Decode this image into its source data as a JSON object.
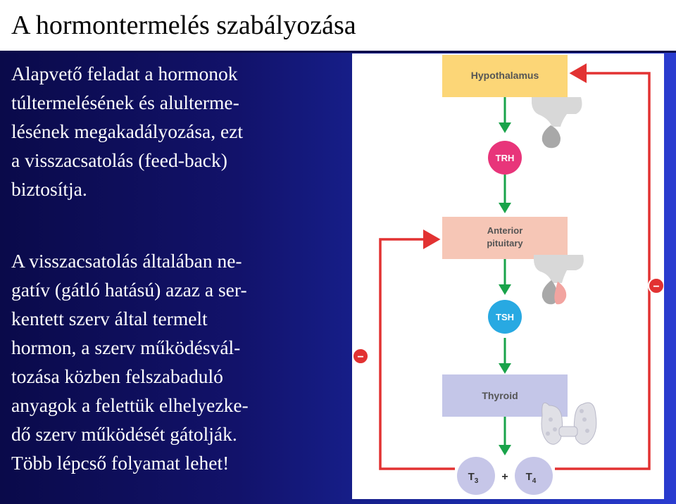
{
  "slide": {
    "title": "A hormontermelés szabályozása",
    "paragraph1": [
      "Alapvető feladat a hormonok",
      "túltermelésének és alulterme-",
      "lésének megakadályozása, ezt",
      "a visszacsatolás (feed-back)",
      "biztosítja."
    ],
    "paragraph2": [
      "A visszacsatolás általában ne-",
      "gatív (gátló hatású) azaz a ser-",
      "kentett szerv által termelt",
      "hormon, a szerv működésvál-",
      "tozása közben felszabaduló",
      "anyagok a felettük elhelyezke-",
      "dő szerv működését gátolják.",
      "Több lépcső folyamat lehet!"
    ]
  },
  "diagram": {
    "hypothalamus": "Hypothalamus",
    "trh": "TRH",
    "anterior_line1": "Anterior",
    "anterior_line2": "pituitary",
    "tsh": "TSH",
    "thyroid": "Thyroid",
    "t3_base": "T",
    "t3_sub": "3",
    "plus": "+",
    "t4_base": "T",
    "t4_sub": "4",
    "minus_left": "−",
    "minus_right": "−",
    "colors": {
      "hypothalamus_box": "#fcd677",
      "anterior_box": "#f6c6b6",
      "thyroid_box": "#c4c6e8",
      "trh_circle": "#e8357a",
      "tsh_circle": "#28a9e2",
      "t_circle": "#c6c6e8",
      "inhibit_arrow": "#e23232",
      "stimulate_arrow": "#19a34a",
      "minus_badge": "#e23232"
    }
  }
}
